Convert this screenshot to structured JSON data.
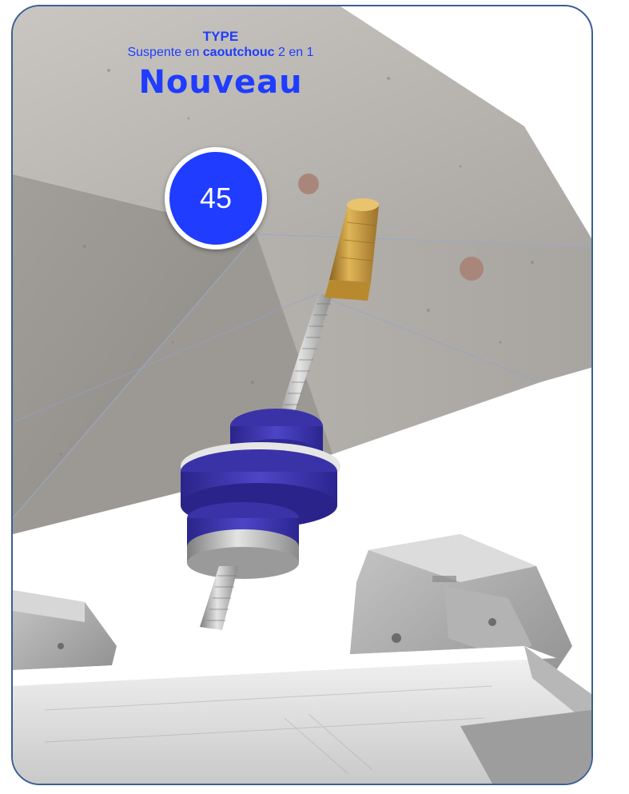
{
  "header": {
    "type_label": "TYPE",
    "subtitle_pre": "Suspente en ",
    "subtitle_bold": "caoutchouc",
    "subtitle_post": " 2 en 1",
    "headline": "Nouveau"
  },
  "badge": {
    "number": "45"
  },
  "colors": {
    "accent_blue": "#1f3cff",
    "frame_border": "#3b5f93",
    "concrete": "#b9b6b1",
    "rubber_purple": "#3a33a8",
    "anchor_brass": "#c99a3c"
  }
}
